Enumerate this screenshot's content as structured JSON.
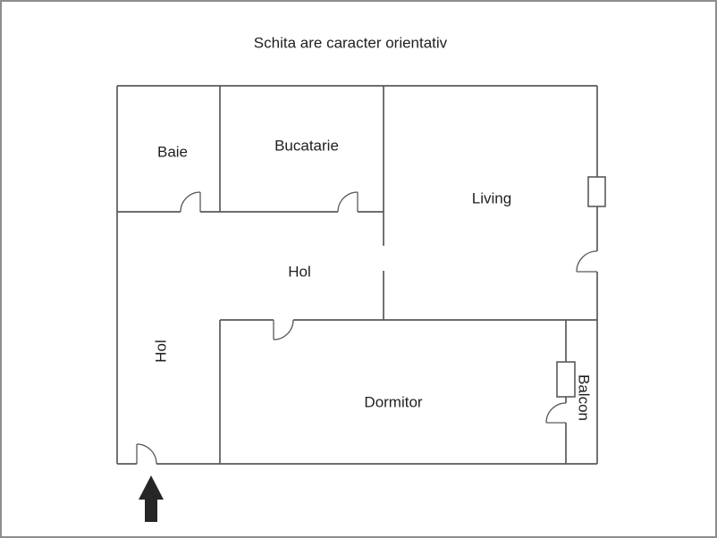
{
  "title": "Schita are caracter orientativ",
  "rooms": {
    "baie": {
      "label": "Baie"
    },
    "bucatarie": {
      "label": "Bucatarie"
    },
    "living": {
      "label": "Living"
    },
    "hol_main": {
      "label": "Hol"
    },
    "hol_side": {
      "label": "Hol"
    },
    "dormitor": {
      "label": "Dormitor"
    },
    "balcon": {
      "label": "Balcon"
    }
  },
  "icons": {
    "entrance_arrow": "up-arrow"
  },
  "colors": {
    "wall": "#5a5a5a",
    "text": "#1f1f1f",
    "arrow": "#262626",
    "frame": "#8e8e8e",
    "background": "#ffffff"
  }
}
